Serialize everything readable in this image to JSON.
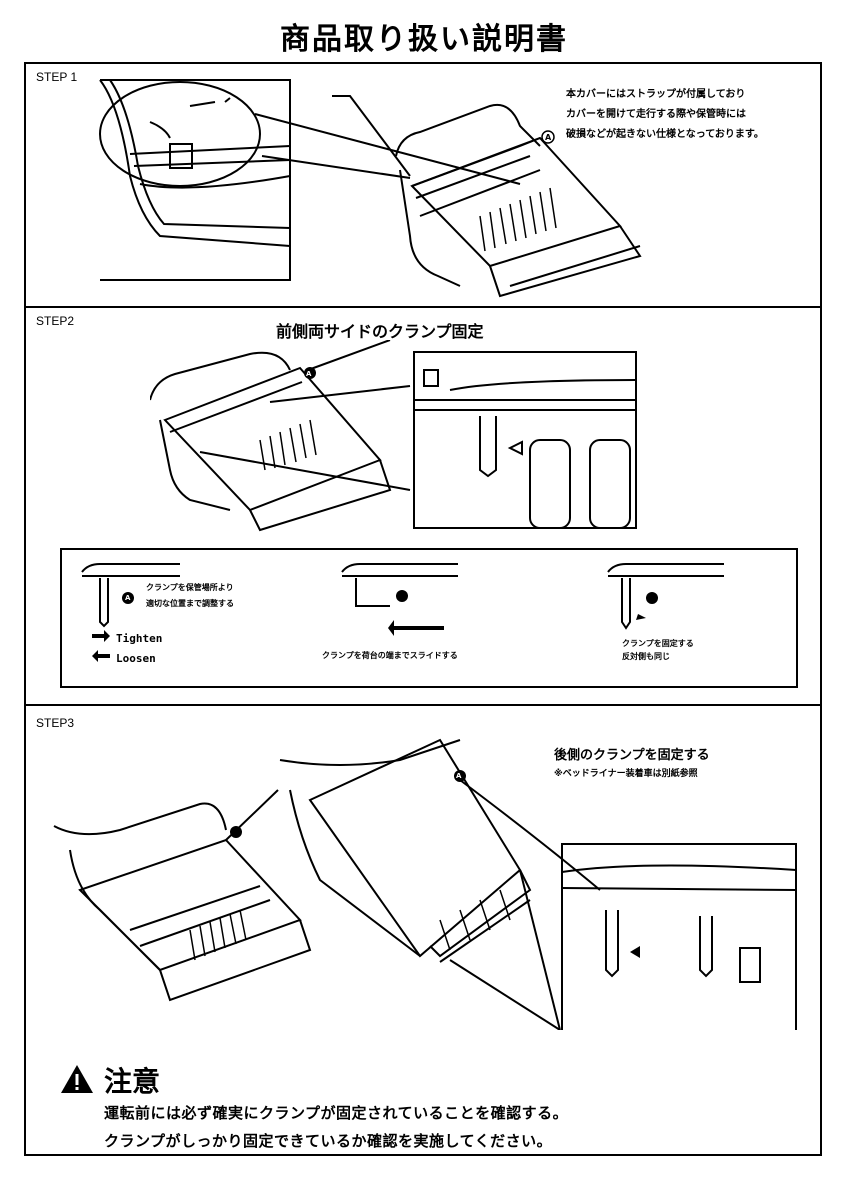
{
  "title": "商品取り扱い説明書",
  "step1": {
    "label": "STEP 1",
    "note": [
      "本カバーにはストラップが付属しており",
      "カバーを開けて走行する際や保管時には",
      "破損などが起きない仕様となっております。"
    ],
    "marker": "A"
  },
  "step2": {
    "label": "STEP2",
    "heading": "前側両サイドのクランプ固定",
    "marker": "A",
    "panel": {
      "c1_text": [
        "クランプを保管場所より",
        "適切な位置まで調整する"
      ],
      "tighten": "Tighten",
      "loosen": "Loosen",
      "c2_text": "クランプを荷台の端までスライドする",
      "c3_text": [
        "クランプを固定する",
        "反対側も同じ"
      ],
      "marker": "A"
    }
  },
  "step3": {
    "label": "STEP3",
    "heading": "後側のクランプを固定する",
    "sub": "※ベッドライナー装着車は別紙参照",
    "marker": "A"
  },
  "caution": {
    "title": "注意",
    "lines": [
      "運転前には必ず確実にクランプが固定されていることを確認する。",
      "クランプがしっかり固定できているか確認を実施してください。"
    ]
  }
}
